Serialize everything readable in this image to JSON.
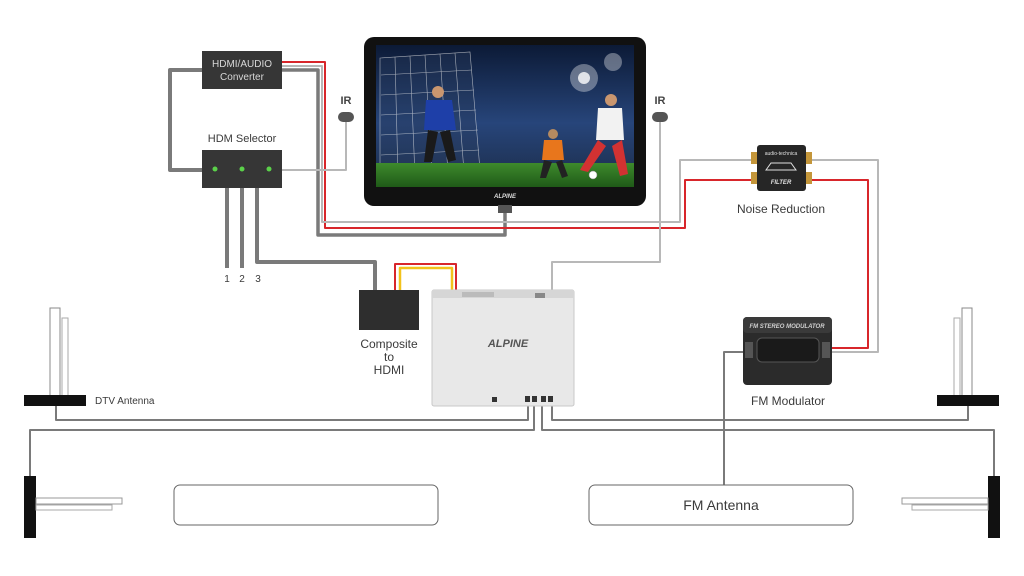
{
  "labels": {
    "converter_line1": "HDMI/AUDIO",
    "converter_line2": "Converter",
    "selector": "HDM Selector",
    "input_1": "1",
    "input_2": "2",
    "input_3": "3",
    "ir_left": "IR",
    "ir_right": "IR",
    "noise_reduction": "Noise Reduction",
    "composite_line1": "Composite",
    "composite_line2": "to",
    "composite_line3": "HDMI",
    "dtv_antenna": "DTV Antenna",
    "fm_modulator": "FM Modulator",
    "fm_antenna": "FM Antenna",
    "blank_box": "",
    "monitor_brand": "ALPINE",
    "tuner_brand": "ALPINE",
    "filter_brand": "audio-technica",
    "filter_label": "FILTER",
    "modulator_label": "FM STEREO MODULATOR"
  },
  "colors": {
    "cable_gray": "#7a7a7a",
    "cable_light": "#b8b8b8",
    "cable_red": "#d8262b",
    "cable_yellow": "#f2c21b",
    "device_dark": "#333333",
    "led_green": "#5bd14a"
  }
}
